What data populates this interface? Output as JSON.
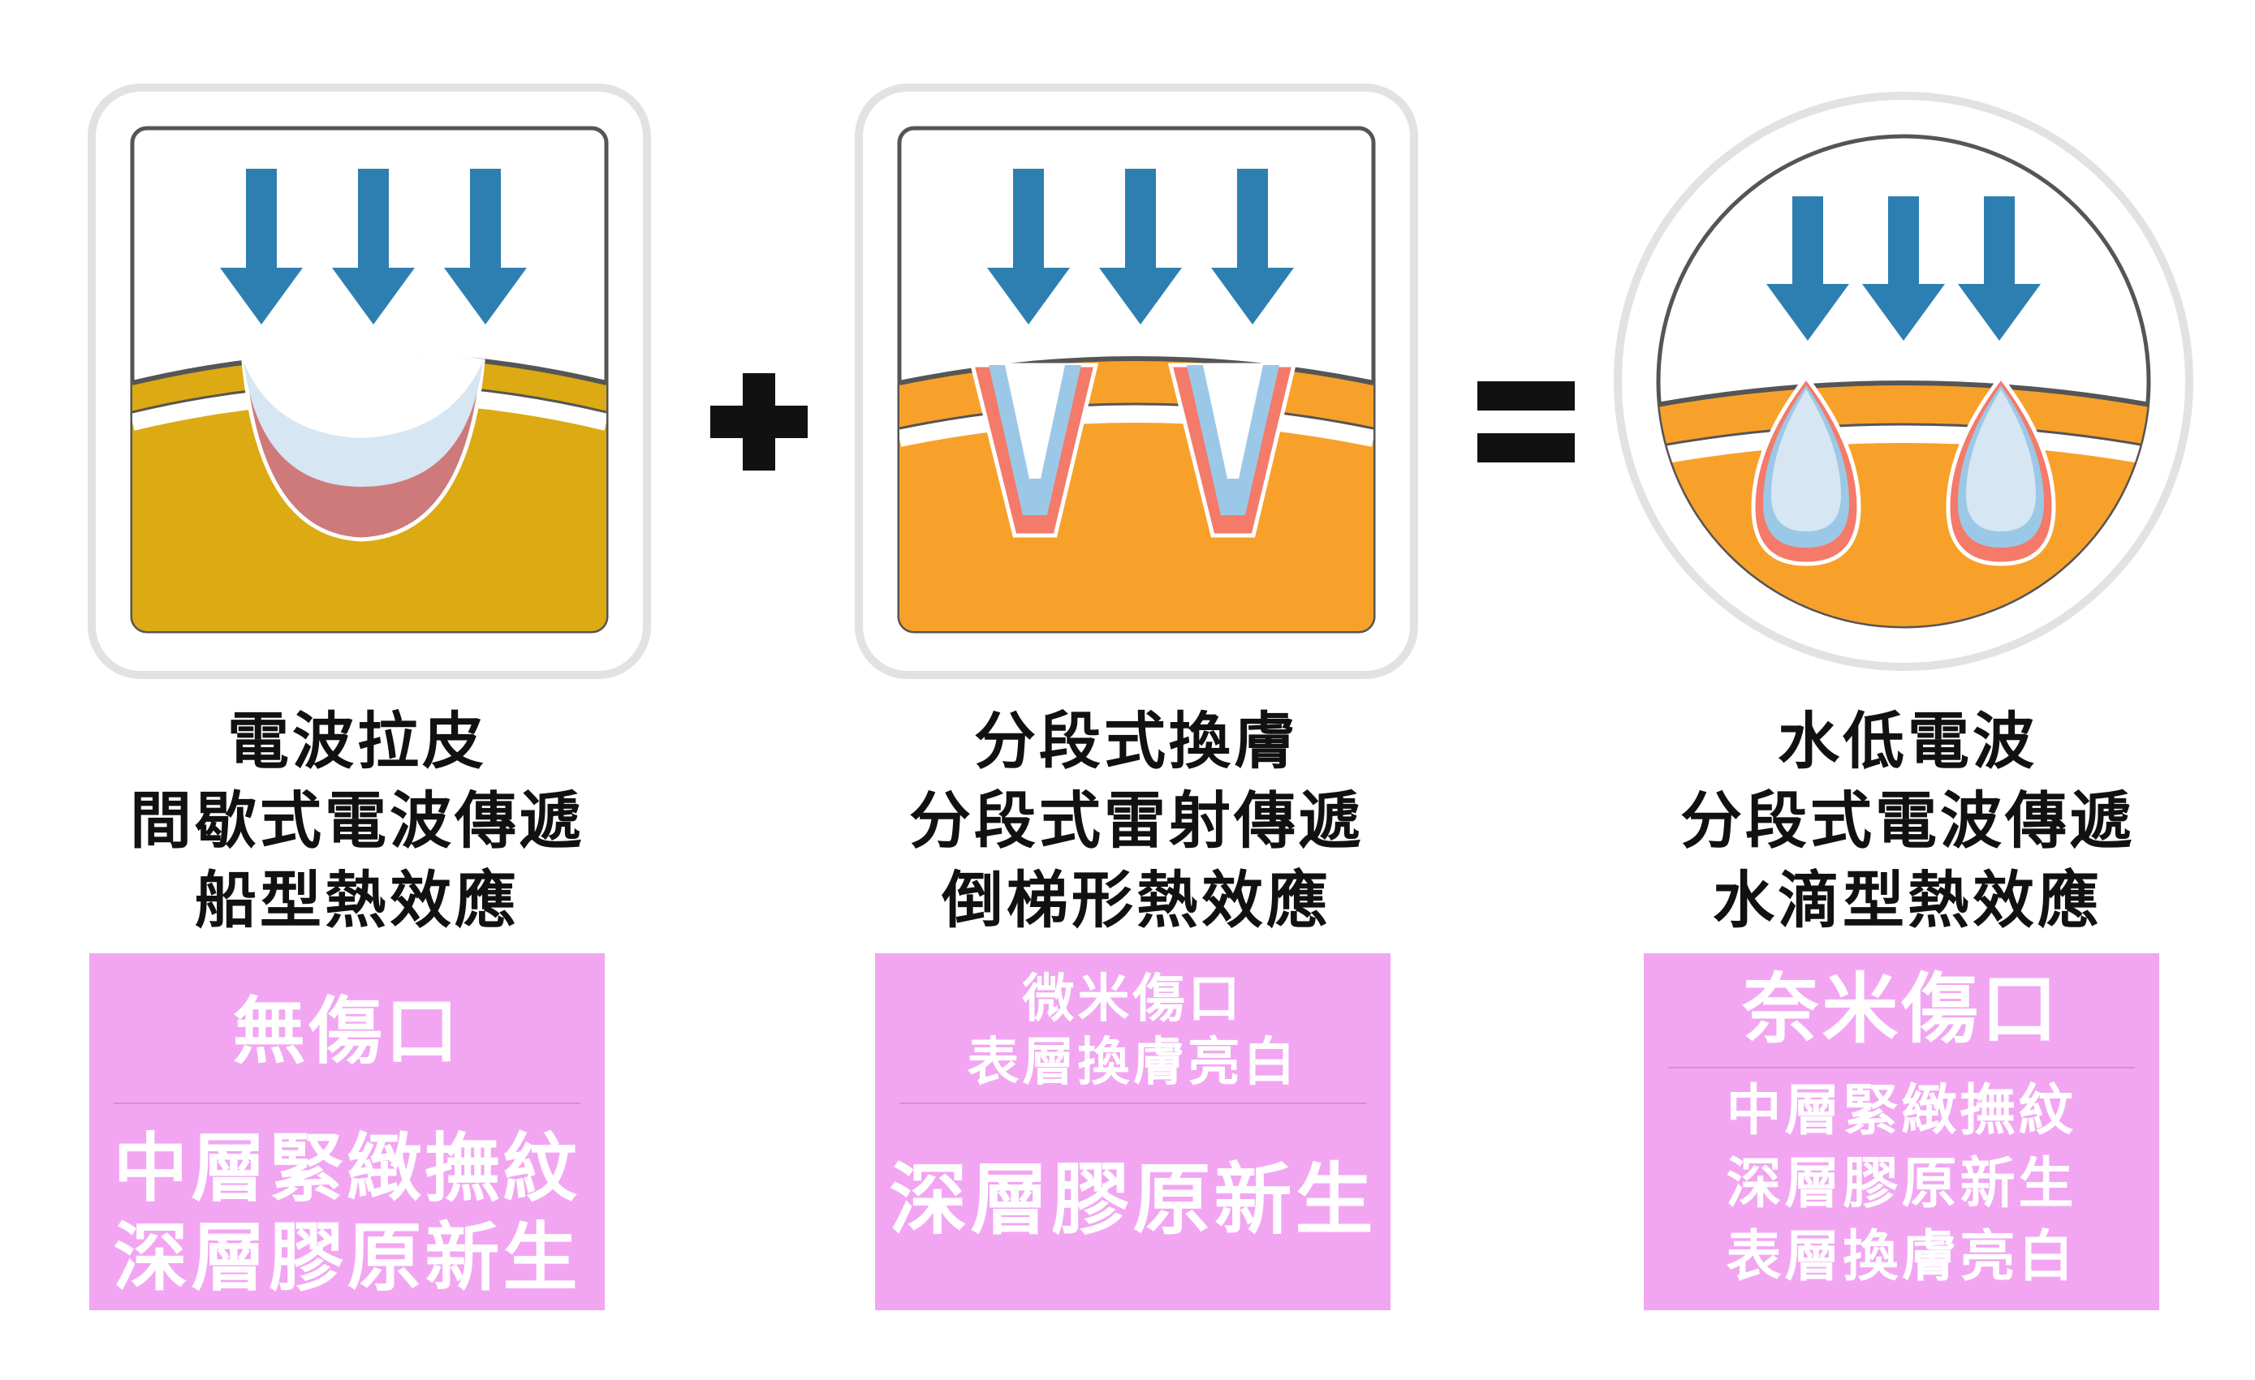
{
  "columns": [
    {
      "icon": "boat-shaped-heat-icon",
      "caption": [
        "電波拉皮",
        "間歇式電波傳遞",
        "船型熱效應"
      ],
      "box": {
        "top": "無傷口",
        "bottom": [
          "中層緊緻撫紋",
          "深層膠原新生"
        ]
      }
    },
    {
      "icon": "inverted-trapezoid-heat-icon",
      "caption": [
        "分段式換膚",
        "分段式雷射傳遞",
        "倒梯形熱效應"
      ],
      "box": {
        "top": [
          "微米傷口",
          "表層換膚亮白"
        ],
        "bottom": "深層膠原新生"
      }
    },
    {
      "icon": "water-drop-heat-icon",
      "caption": [
        "水低電波",
        "分段式電波傳遞",
        "水滴型熱效應"
      ],
      "box": {
        "top": "奈米傷口",
        "bottom": [
          "中層緊緻撫紋",
          "深層膠原新生",
          "表層換膚亮白"
        ]
      }
    }
  ],
  "operators": {
    "plus": "plus-sign",
    "equals": "equals-sign"
  },
  "colors": {
    "arrow": "#2e7fb1",
    "mustard": "#dcaa12",
    "orange": "#f7a12b",
    "pink_box": "#f2a6f2",
    "heat_red": "#cf7a7a",
    "heat_blue": "#d6e6f2"
  }
}
